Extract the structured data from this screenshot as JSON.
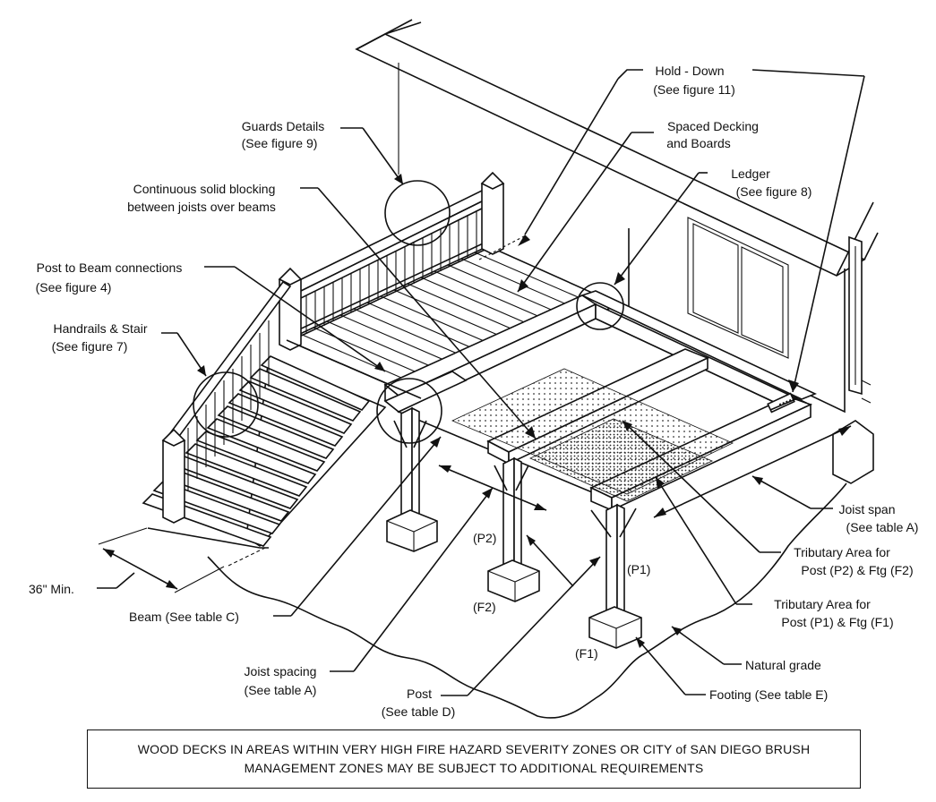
{
  "labels": {
    "hold_down": [
      "Hold - Down",
      "(See figure 11)"
    ],
    "spaced_decking": [
      "Spaced Decking",
      "and Boards"
    ],
    "guards_details": [
      "Guards Details",
      "(See figure 9)"
    ],
    "continuous_blocking": [
      "Continuous solid blocking",
      "between joists over beams"
    ],
    "ledger": [
      "Ledger",
      "(See figure 8)"
    ],
    "post_to_beam": [
      "Post to Beam connections",
      "(See figure 4)"
    ],
    "handrails_stair": [
      "Handrails & Stair",
      "(See figure 7)"
    ],
    "joist_span": [
      "Joist span",
      "(See table A)"
    ],
    "tributary_p2": [
      "Tributary Area for",
      "Post (P2) & Ftg (F2)"
    ],
    "tributary_p1": [
      "Tributary Area for",
      "Post (P1) & Ftg (F1)"
    ],
    "min_width": "36\" Min.",
    "beam": "Beam (See table C)",
    "natural_grade": "Natural grade",
    "joist_spacing": [
      "Joist spacing",
      "(See table A)"
    ],
    "post": [
      "Post",
      "(See table D)"
    ],
    "footing": "Footing (See table E)",
    "post_p1": "(P1)",
    "post_p2": "(P2)",
    "footing_f1": "(F1)",
    "footing_f2": "(F2)"
  },
  "notice": [
    "WOOD DECKS IN AREAS WITHIN VERY HIGH FIRE HAZARD SEVERITY ZONES OR CITY of SAN DIEGO BRUSH",
    "MANAGEMENT ZONES MAY BE SUBJECT TO ADDITIONAL REQUIREMENTS"
  ]
}
